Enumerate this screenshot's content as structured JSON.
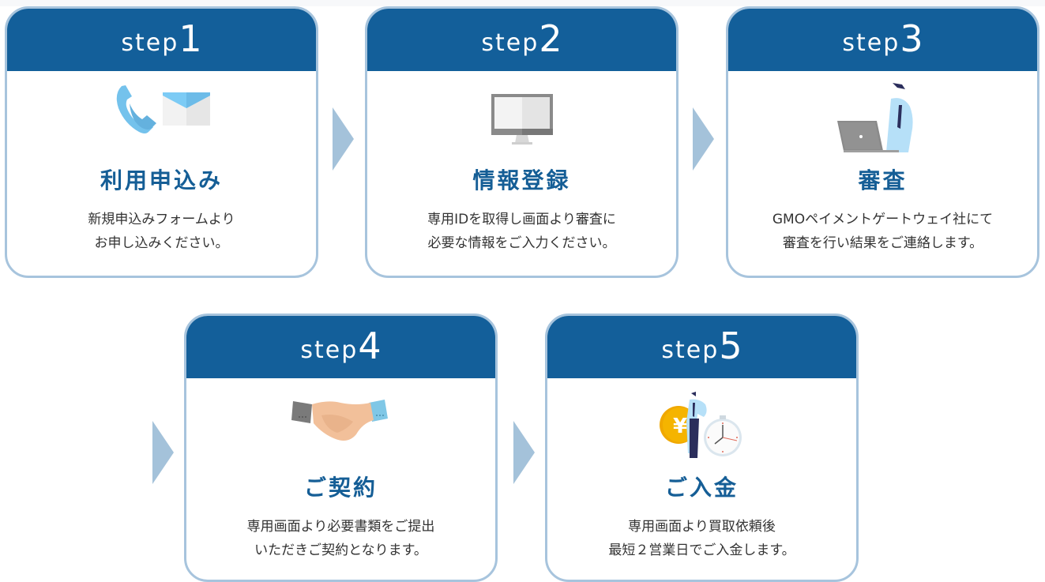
{
  "colors": {
    "header_bg": "#135f9a",
    "border": "#a7c4dd",
    "title": "#155e96",
    "arrow": "#a4c2da",
    "text": "#333333"
  },
  "steps": [
    {
      "prefix": "step",
      "number": "1",
      "icon": "phone-and-mail-icon",
      "title": "利用申込み",
      "desc": [
        "新規申込みフォームより",
        "お申し込みください。"
      ]
    },
    {
      "prefix": "step",
      "number": "2",
      "icon": "monitor-icon",
      "title": "情報登録",
      "desc": [
        "専用IDを取得し画面より審査に",
        "必要な情報をご入力ください。"
      ]
    },
    {
      "prefix": "step",
      "number": "3",
      "icon": "businessman-laptop-icon",
      "title": "審査",
      "desc": [
        "GMOペイメントゲートウェイ社にて",
        "審査を行い結果をご連絡します。"
      ]
    },
    {
      "prefix": "step",
      "number": "4",
      "icon": "handshake-icon",
      "title": "ご契約",
      "desc": [
        "専用画面より必要書類をご提出",
        "いただきご契約となります。"
      ]
    },
    {
      "prefix": "step",
      "number": "5",
      "icon": "yen-coin-clock-icon",
      "title": "ご入金",
      "desc": [
        "専用画面より買取依頼後",
        "最短２営業日でご入金します。"
      ]
    }
  ]
}
